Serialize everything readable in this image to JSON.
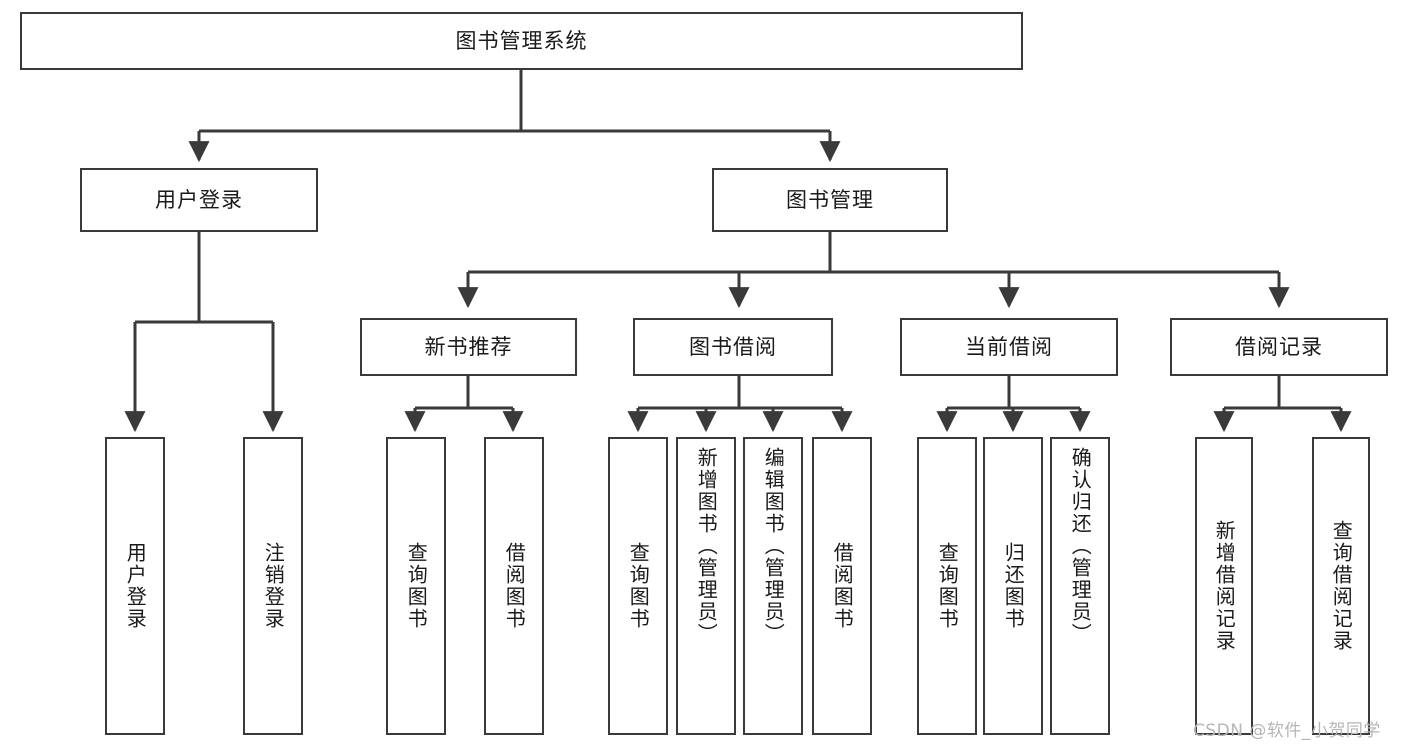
{
  "diagram": {
    "type": "tree-hierarchy-chart",
    "title": "图书管理系统",
    "line_color": "#3a3a3a",
    "box_fill": "#ffffff",
    "text_color": "#1a1a1a",
    "root": {
      "label": "图书管理系统"
    },
    "level2": [
      {
        "id": "user-login",
        "label": "用户登录"
      },
      {
        "id": "book-management",
        "label": "图书管理"
      }
    ],
    "level3": [
      {
        "id": "new-book-recommend",
        "label": "新书推荐"
      },
      {
        "id": "book-borrow",
        "label": "图书借阅"
      },
      {
        "id": "current-borrow",
        "label": "当前借阅"
      },
      {
        "id": "borrow-record",
        "label": "借阅记录"
      }
    ],
    "leaves": {
      "user_login": [
        {
          "id": "leaf-user-login",
          "label": "用户登录"
        },
        {
          "id": "leaf-logout-login",
          "label": "注销登录"
        }
      ],
      "new_book_recommend": [
        {
          "id": "leaf-query-book-1",
          "label": "查询图书"
        },
        {
          "id": "leaf-borrow-book-1",
          "label": "借阅图书"
        }
      ],
      "book_borrow": [
        {
          "id": "leaf-query-book-2",
          "label": "查询图书"
        },
        {
          "id": "leaf-add-book",
          "label": "新增图书（管理员）"
        },
        {
          "id": "leaf-edit-book",
          "label": "编辑图书（管理员）"
        },
        {
          "id": "leaf-borrow-book-2",
          "label": "借阅图书"
        }
      ],
      "current_borrow": [
        {
          "id": "leaf-query-book-3",
          "label": "查询图书"
        },
        {
          "id": "leaf-return-book",
          "label": "归还图书"
        },
        {
          "id": "leaf-confirm-return",
          "label": "确认归还（管理员）"
        }
      ],
      "borrow_record": [
        {
          "id": "leaf-add-record",
          "label": "新增借阅记录"
        },
        {
          "id": "leaf-query-record",
          "label": "查询借阅记录"
        }
      ]
    }
  },
  "watermark": {
    "text": "CSDN @软件_小贺同学",
    "color": "#b6b6b6"
  }
}
